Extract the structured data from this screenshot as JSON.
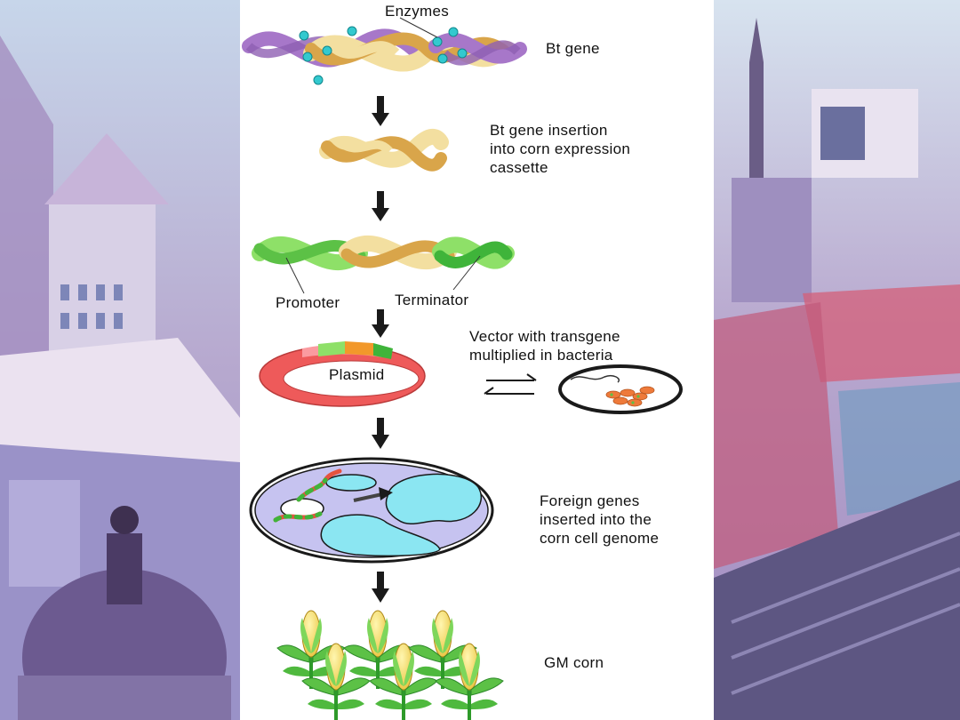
{
  "diagram": {
    "enzymes_label": "Enzymes",
    "step1_label": "Bt gene",
    "step2_label": "Bt gene insertion\ninto corn expression\ncassette",
    "promoter_label": "Promoter",
    "terminator_label": "Terminator",
    "plasmid_label": "Plasmid",
    "step4_label": "Vector with transgene\nmultiplied in bacteria",
    "step5_label": "Foreign genes\ninserted into the\ncorn cell genome",
    "step6_label": "GM corn"
  },
  "colors": {
    "dna_yellow": "#f3dfa0",
    "dna_gold": "#d9a54a",
    "bt_purple": "#a777c9",
    "enzyme_teal": "#33c9cf",
    "promoter_green": "#8ee068",
    "terminator_green": "#3fb43a",
    "plasmid_red": "#ee5a5a",
    "cell_lavender": "#c6c3f0",
    "nucleus_cyan": "#8be6f2",
    "arrow": "#1a1a1a"
  }
}
